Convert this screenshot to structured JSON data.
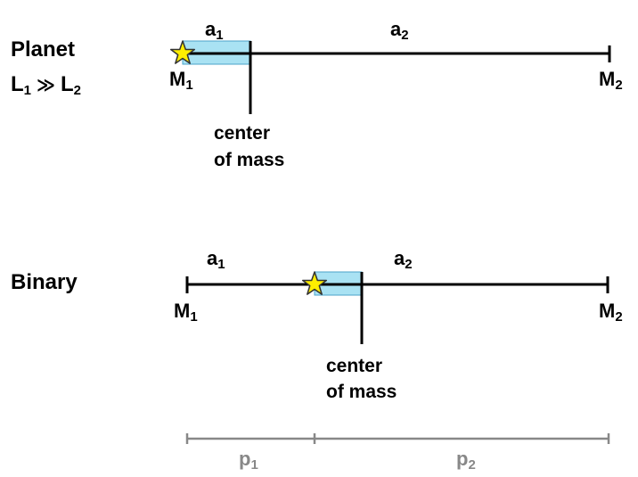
{
  "planet": {
    "title": "Planet",
    "condition": {
      "L": "L",
      "sub1": "1",
      "op": "≫",
      "sub2": "2"
    },
    "a1": {
      "base": "a",
      "sub": "1"
    },
    "a2": {
      "base": "a",
      "sub": "2"
    },
    "m1": {
      "base": "M",
      "sub": "1"
    },
    "m2": {
      "base": "M",
      "sub": "2"
    },
    "center_label": [
      "center",
      "of mass"
    ]
  },
  "binary": {
    "title": "Binary",
    "a1": {
      "base": "a",
      "sub": "1"
    },
    "a2": {
      "base": "a",
      "sub": "2"
    },
    "m1": {
      "base": "M",
      "sub": "1"
    },
    "m2": {
      "base": "M",
      "sub": "2"
    },
    "center_label": [
      "center",
      "of mass"
    ]
  },
  "scale": {
    "p1": {
      "base": "p",
      "sub": "1"
    },
    "p2": {
      "base": "p",
      "sub": "2"
    }
  },
  "colors": {
    "line": "#000000",
    "highlight_fill": "#a9e2f3",
    "highlight_stroke": "#4aa3c8",
    "star_fill": "#ffee00",
    "star_stroke": "#333333",
    "scale": "#888888"
  },
  "icons": {
    "star": "star-icon"
  }
}
